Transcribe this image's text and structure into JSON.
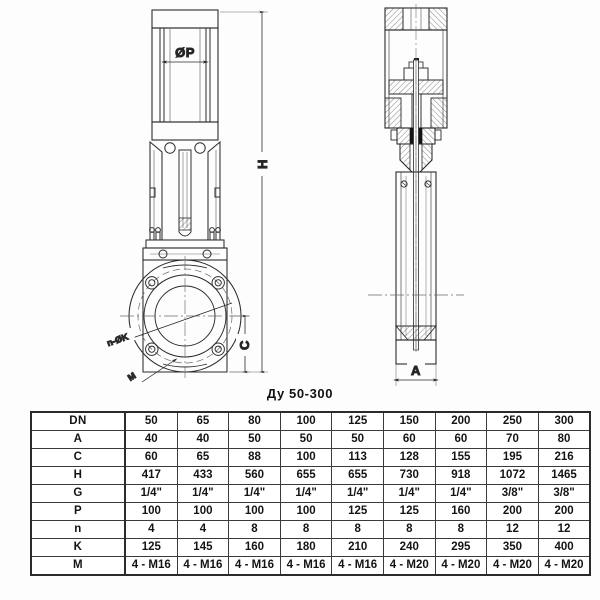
{
  "caption": "Ду 50-300",
  "drawing": {
    "title": "knife-gate-valve-assembly-drawing",
    "labels": {
      "bore_p": "ØP",
      "height_h": "H",
      "face_c": "C",
      "width_a": "A",
      "holes_nk": "n-ØK",
      "thread_m": "M"
    },
    "views": [
      {
        "name": "front-elevation-view"
      },
      {
        "name": "side-section-view"
      }
    ],
    "colors": {
      "line": "#2b2b2b",
      "thin_line": "#4a4a4a",
      "center_line": "#6b6b6b",
      "background": "#fdfdfd"
    }
  },
  "table": {
    "name": "valve-dimensions-table",
    "rows": [
      {
        "label": "DN",
        "values": [
          "50",
          "65",
          "80",
          "100",
          "125",
          "150",
          "200",
          "250",
          "300"
        ]
      },
      {
        "label": "A",
        "values": [
          "40",
          "40",
          "50",
          "50",
          "50",
          "60",
          "60",
          "70",
          "80"
        ]
      },
      {
        "label": "C",
        "values": [
          "60",
          "65",
          "88",
          "100",
          "113",
          "128",
          "155",
          "195",
          "216"
        ]
      },
      {
        "label": "H",
        "values": [
          "417",
          "433",
          "560",
          "655",
          "655",
          "730",
          "918",
          "1072",
          "1465"
        ]
      },
      {
        "label": "G",
        "values": [
          "1/4\"",
          "1/4\"",
          "1/4\"",
          "1/4\"",
          "1/4\"",
          "1/4\"",
          "1/4\"",
          "3/8\"",
          "3/8\""
        ]
      },
      {
        "label": "P",
        "values": [
          "100",
          "100",
          "100",
          "100",
          "125",
          "125",
          "160",
          "200",
          "200"
        ]
      },
      {
        "label": "n",
        "values": [
          "4",
          "4",
          "8",
          "8",
          "8",
          "8",
          "8",
          "12",
          "12"
        ]
      },
      {
        "label": "K",
        "values": [
          "125",
          "145",
          "160",
          "180",
          "210",
          "240",
          "295",
          "350",
          "400"
        ]
      },
      {
        "label": "M",
        "values": [
          "4 - M16",
          "4 - M16",
          "4 - M16",
          "4 - M16",
          "4 - M16",
          "4 - M20",
          "4 - M20",
          "4 - M20",
          "4 - M20"
        ]
      }
    ]
  }
}
